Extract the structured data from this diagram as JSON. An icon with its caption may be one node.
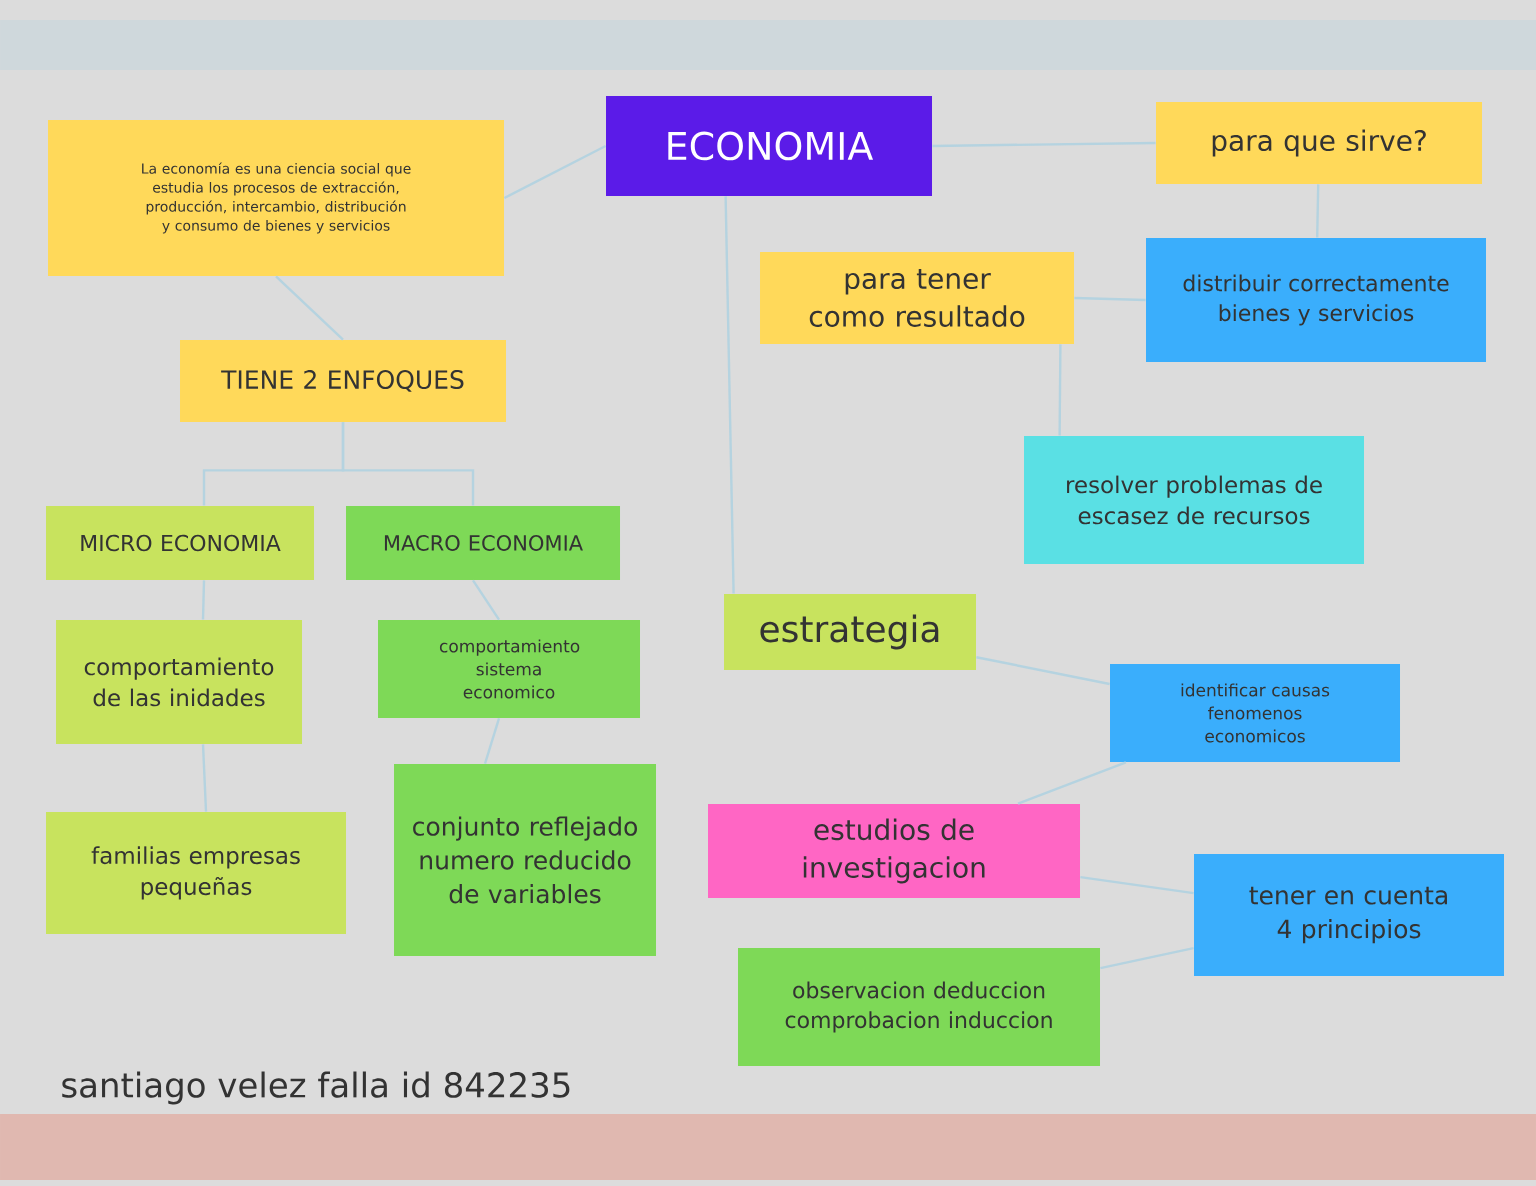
{
  "diagram": {
    "nodes": [
      {
        "text": [
          "ECONOMIA"
        ]
      },
      {
        "text": [
          "La economía es una ciencia social que estudia los procesos de extracción, producción, intercambio, distribución y consumo de bienes y servicios"
        ]
      },
      {
        "text": [
          "para que sirve?"
        ]
      },
      {
        "text": [
          "para tener como resultado"
        ]
      },
      {
        "text": [
          "distribuir correctamente bienes y servicios"
        ]
      },
      {
        "text": [
          "resolver problemas de escasez de recursos"
        ]
      },
      {
        "text": [
          "TIENE 2 ENFOQUES"
        ]
      },
      {
        "text": [
          "MICRO ECONOMIA"
        ]
      },
      {
        "text": [
          "MACRO ECONOMIA"
        ]
      },
      {
        "text": [
          "comportamiento de las inidades"
        ]
      },
      {
        "text": [
          "comportamiento sistema economico"
        ]
      },
      {
        "text": [
          "familias empresas pequeñas"
        ]
      },
      {
        "text": [
          "conjunto reflejado numero reducido de variables"
        ]
      },
      {
        "text": [
          "estrategia"
        ]
      },
      {
        "text": [
          "identificar causas fenomenos economicos"
        ]
      },
      {
        "text": [
          "estudios de investigacion"
        ]
      },
      {
        "text": [
          "tener en cuenta 4 principios"
        ]
      },
      {
        "text": [
          "observacion deduccion comprobacion induccion"
        ]
      }
    ],
    "edges": [
      {
        "from": 0,
        "to": 1,
        "arrow": "none"
      },
      {
        "from": 0,
        "to": 2,
        "arrow": "none"
      },
      {
        "from": 2,
        "to": 4,
        "arrow": "none"
      },
      {
        "from": 3,
        "to": 4,
        "arrow": "none"
      },
      {
        "from": 3,
        "to": 5,
        "arrow": "none"
      },
      {
        "from": 1,
        "to": 6,
        "arrow": "none"
      },
      {
        "from": 6,
        "to": 7,
        "arrow": "none"
      },
      {
        "from": 6,
        "to": 8,
        "arrow": "none"
      },
      {
        "from": 7,
        "to": 9,
        "arrow": "none"
      },
      {
        "from": 9,
        "to": 11,
        "arrow": "none"
      },
      {
        "from": 8,
        "to": 10,
        "arrow": "none"
      },
      {
        "from": 10,
        "to": 12,
        "arrow": "none"
      },
      {
        "from": 0,
        "to": 13,
        "arrow": "none"
      },
      {
        "from": 13,
        "to": 14,
        "arrow": "none"
      },
      {
        "from": 15,
        "to": 14,
        "arrow": "none"
      },
      {
        "from": 15,
        "to": 16,
        "arrow": "none"
      },
      {
        "from": 17,
        "to": 16,
        "arrow": "none"
      }
    ],
    "labels": [
      "santiago velez falla id  842235"
    ]
  }
}
